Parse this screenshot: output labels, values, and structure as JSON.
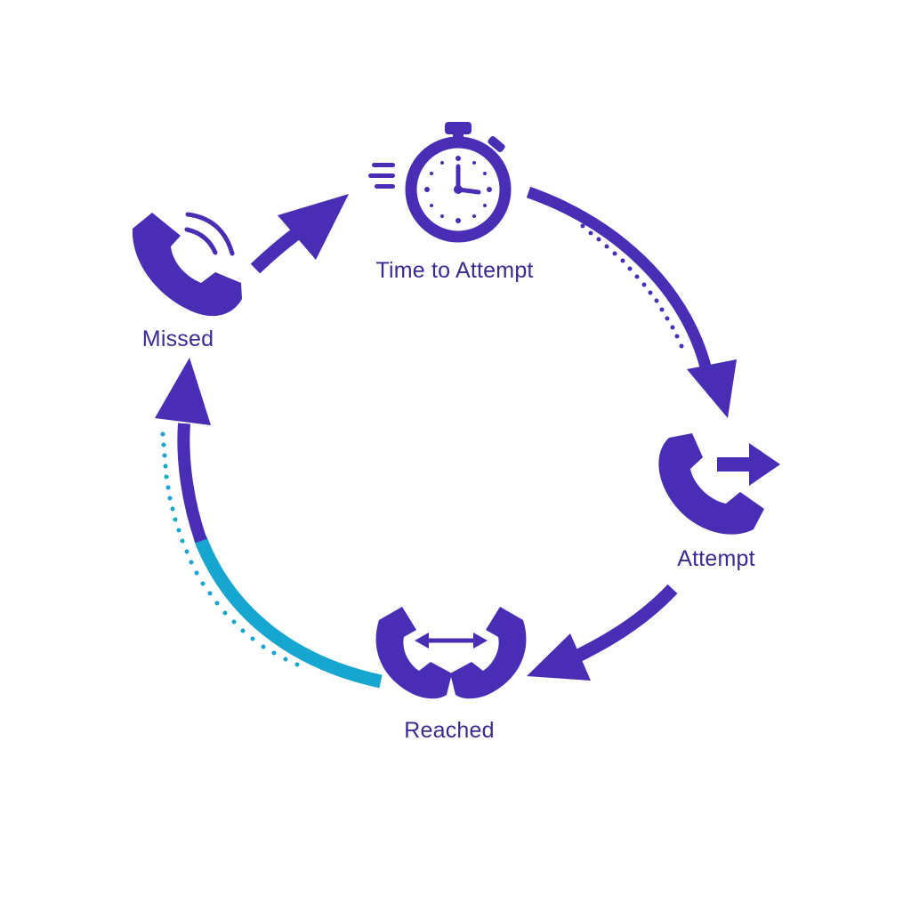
{
  "colors": {
    "primary": "#4a2db5",
    "accent": "#16a6d0",
    "label": "#3a2a94",
    "background": "#ffffff"
  },
  "nodes": [
    {
      "id": "time",
      "label": "Time to Attempt",
      "icon": "stopwatch-icon"
    },
    {
      "id": "attempt",
      "label": "Attempt",
      "icon": "phone-outgoing-icon"
    },
    {
      "id": "reached",
      "label": "Reached",
      "icon": "phones-connected-icon"
    },
    {
      "id": "missed",
      "label": "Missed",
      "icon": "phone-ringing-icon"
    }
  ],
  "edges": [
    {
      "from": "missed",
      "to": "time"
    },
    {
      "from": "time",
      "to": "attempt"
    },
    {
      "from": "attempt",
      "to": "reached"
    },
    {
      "from": "reached",
      "to": "missed"
    }
  ]
}
